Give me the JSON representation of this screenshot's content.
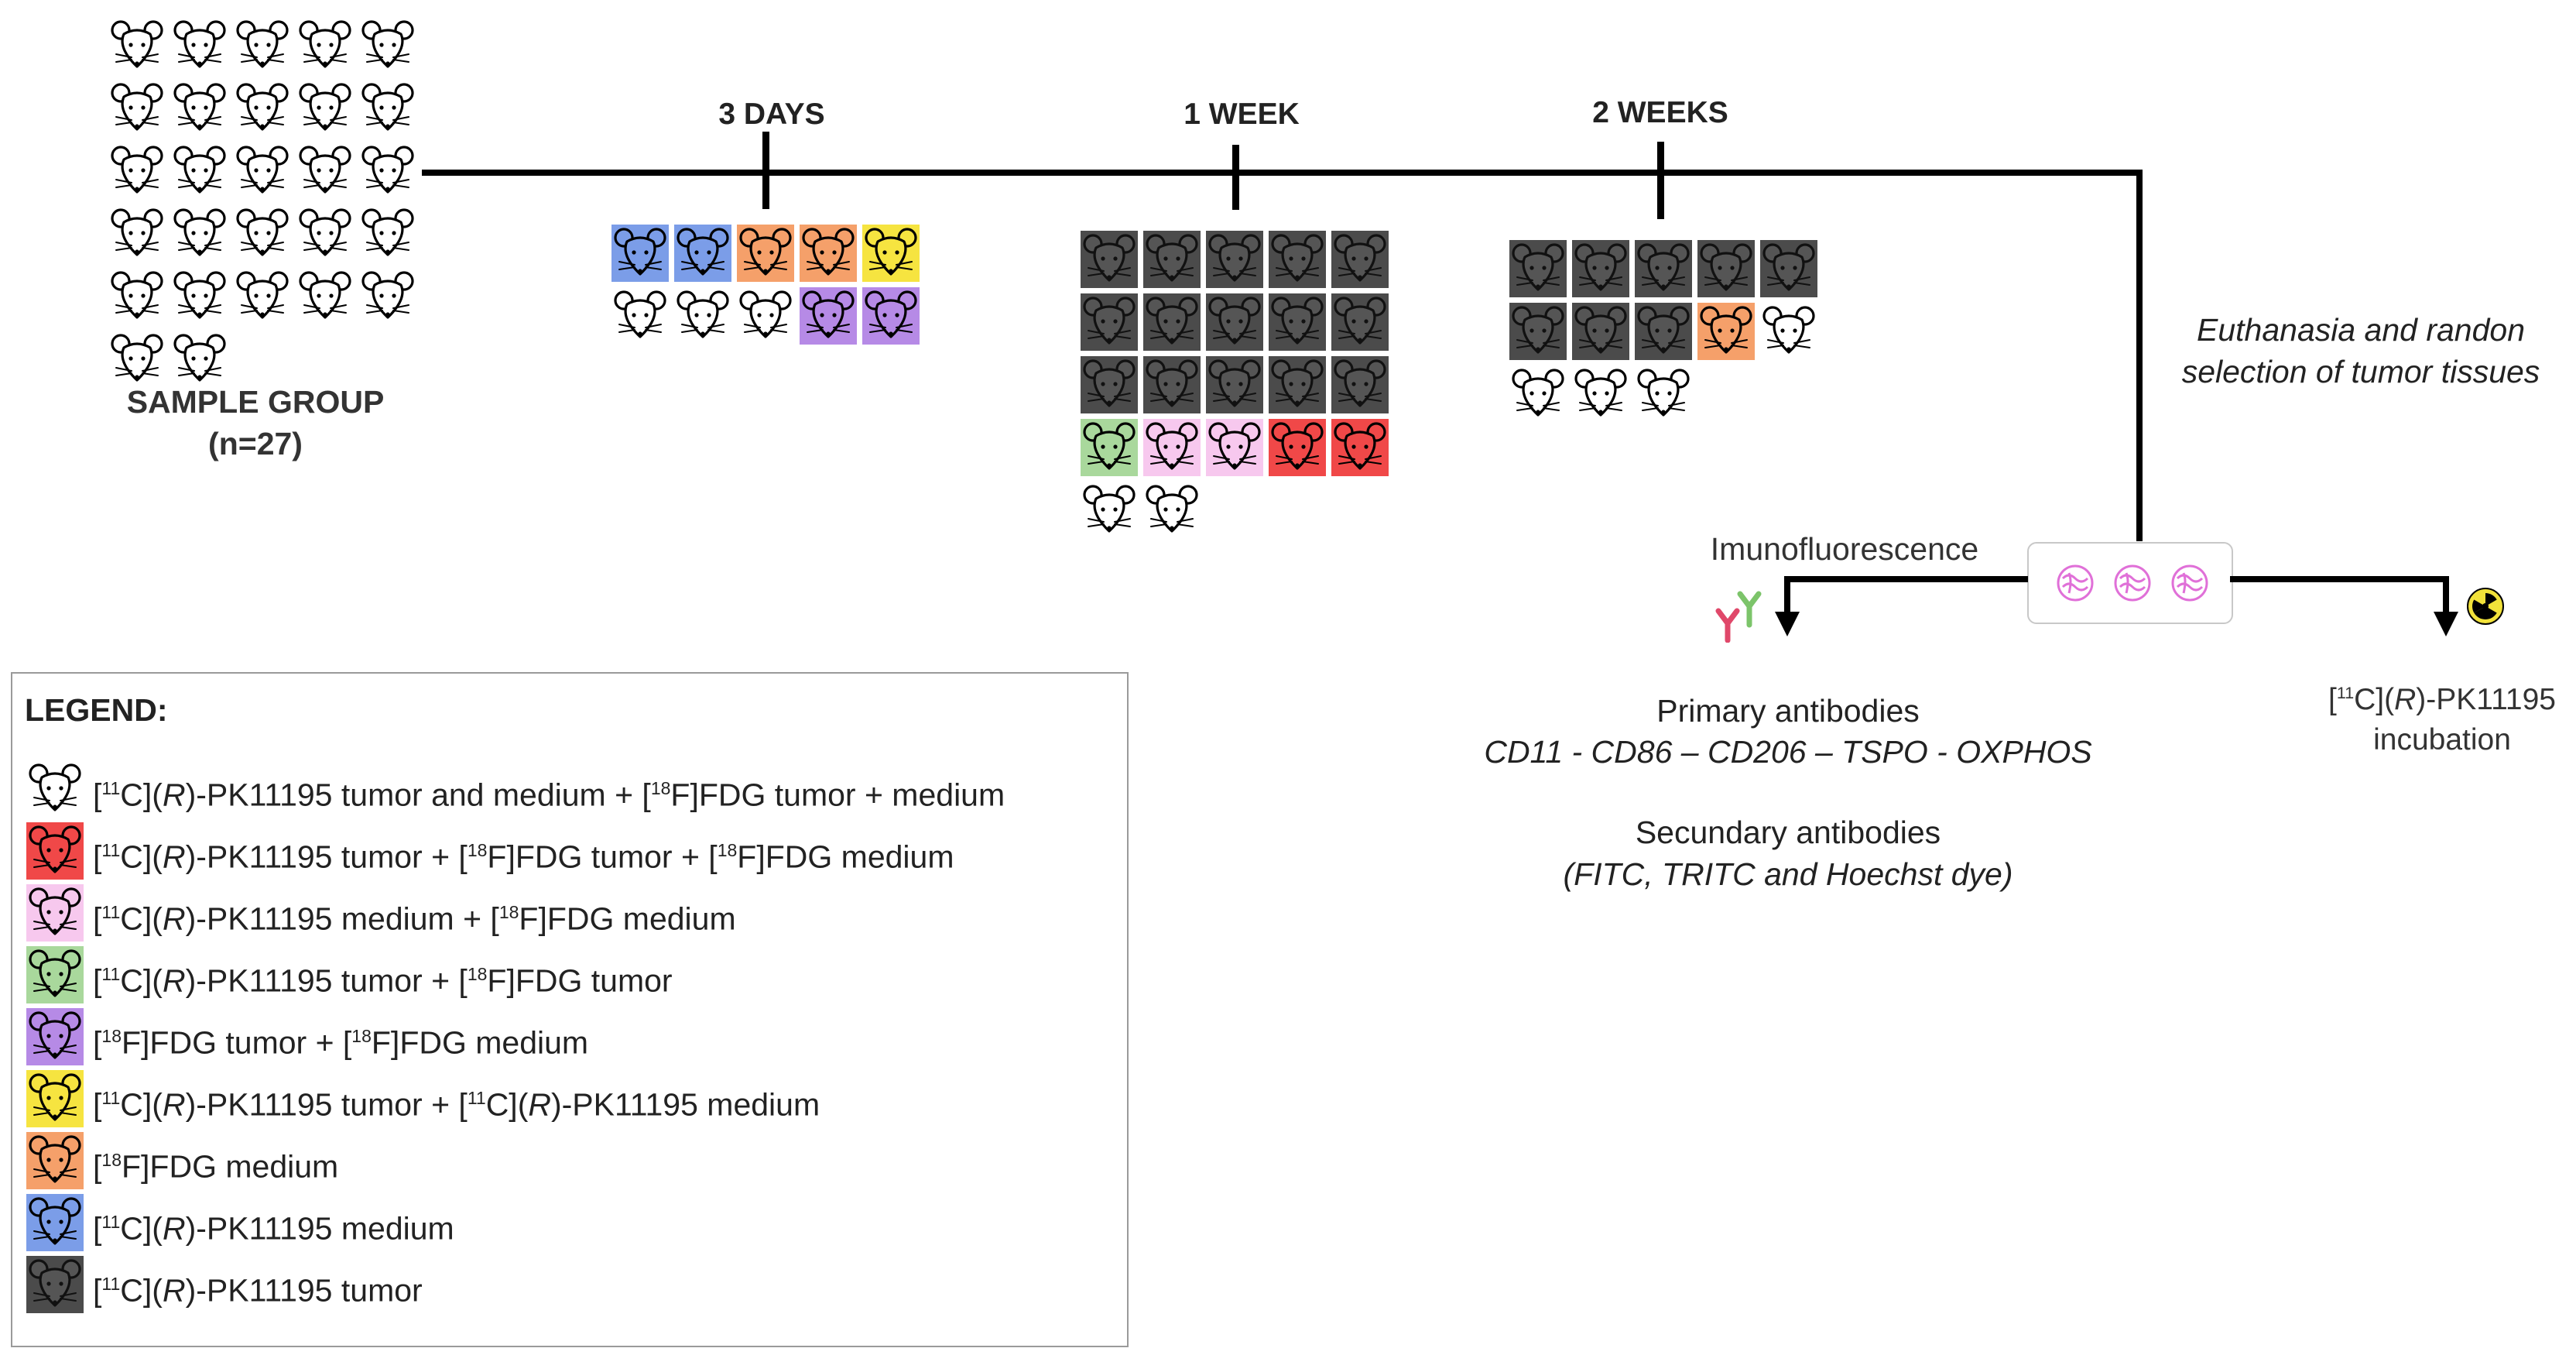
{
  "sample_group": {
    "label": "SAMPLE GROUP",
    "n": "(n=27)"
  },
  "timepoints": [
    {
      "label": "3 DAYS"
    },
    {
      "label": "1 WEEK"
    },
    {
      "label": "2 WEEKS"
    }
  ],
  "euthanasia": {
    "line1": "Euthanasia and randon",
    "line2": "selection of tumor tissues"
  },
  "branches": {
    "left_label": "Imunofluorescence",
    "primary_title": "Primary antibodies",
    "primary_list": "CD11 - CD86 – CD206 – TSPO - OXPHOS",
    "secondary_title": "Secundary antibodies",
    "secondary_list": "(FITC, TRITC  and Hoechst dye)",
    "right_label_suffix": "-PK11195",
    "right_label_line2": "incubation"
  },
  "legend": {
    "title": "LEGEND:",
    "items": [
      {
        "color": "#ffffff",
        "text": "tumor and medium + [18F]FDG tumor + medium"
      },
      {
        "color": "#f04848",
        "text": "tumor + [18F]FDG tumor + [18F]FDG medium"
      },
      {
        "color": "#f7c8ee",
        "text": "medium + [18F]FDG medium"
      },
      {
        "color": "#a9d89c",
        "text": "tumor + [18F]FDG tumor"
      },
      {
        "color": "#b68ae6",
        "text": "[18F]FDG tumor + [18F]FDG medium"
      },
      {
        "color": "#f6e440",
        "text": "tumor + [11C](R)-PK11195 medium"
      },
      {
        "color": "#f5a06a",
        "text": "[18F]FDG medium"
      },
      {
        "color": "#7b9de8",
        "text": "medium"
      },
      {
        "color": "#4b4b4b",
        "text": "tumor"
      }
    ]
  },
  "colors": {
    "white": "#ffffff",
    "red": "#f04848",
    "pink": "#f7c8ee",
    "green": "#a9d89c",
    "purple": "#b68ae6",
    "yellow": "#f6e440",
    "orange": "#f5a06a",
    "blue": "#7b9de8",
    "dark": "#4b4b4b"
  }
}
